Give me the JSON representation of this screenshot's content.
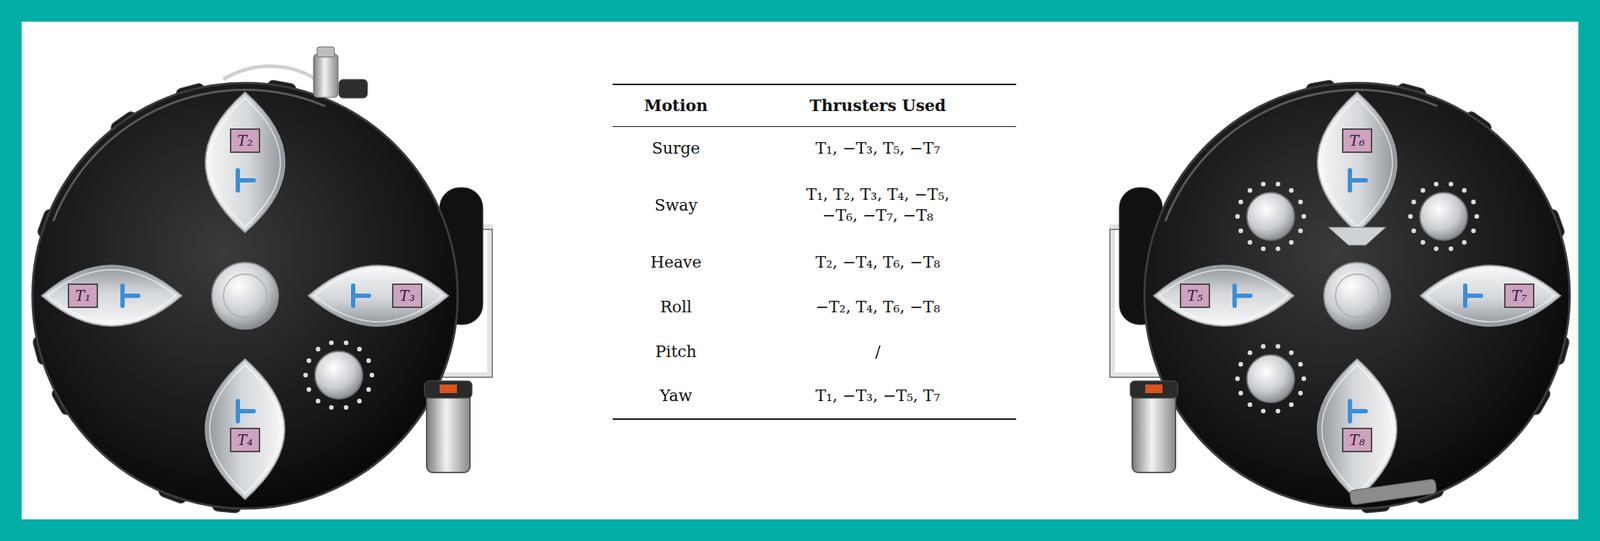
{
  "diagram": {
    "nodes": [
      {
        "text": [
          "T₂"
        ]
      },
      {
        "text": [
          "T₁"
        ]
      },
      {
        "text": [
          "T₃"
        ]
      },
      {
        "text": [
          "T₄"
        ]
      },
      {
        "text": [
          "T₆"
        ]
      },
      {
        "text": [
          "T₅"
        ]
      },
      {
        "text": [
          "T₇"
        ]
      },
      {
        "text": [
          "T₈"
        ]
      }
    ],
    "labels": [
      "Motion",
      "Thrusters Used",
      "Surge",
      "T₁, −T₃, T₅, −T₇",
      "Sway",
      "T₁, T₂, T₃, T₄, −T₅, −T₆, −T₇, −T₈",
      "Heave",
      "T₂, −T₄, T₆, −T₈",
      "Roll",
      "−T₂, T₄, T₆, −T₈",
      "Pitch",
      "/",
      "Yaw",
      "T₁, −T₃, −T₅, T₇"
    ]
  }
}
